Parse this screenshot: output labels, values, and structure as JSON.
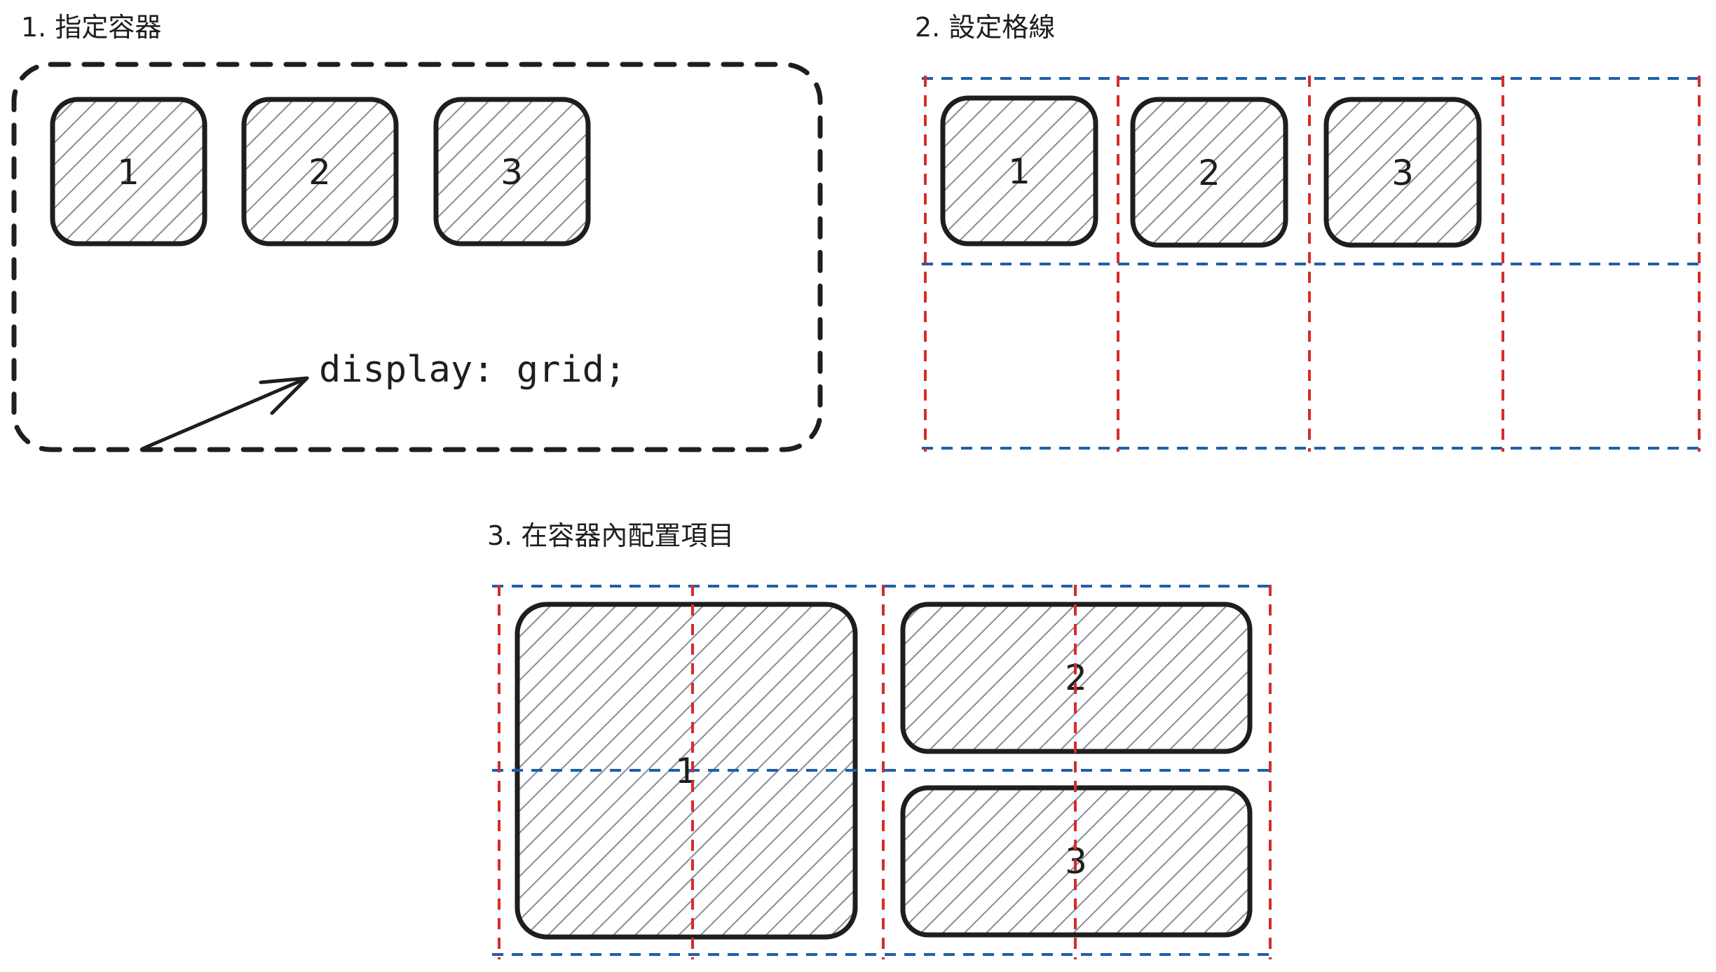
{
  "steps": [
    {
      "title": "1. 指定容器",
      "items": [
        "1",
        "2",
        "3"
      ],
      "annotation": "display: grid;"
    },
    {
      "title": "2. 設定格線",
      "items": [
        "1",
        "2",
        "3"
      ]
    },
    {
      "title": "3. 在容器內配置項目",
      "items": [
        "1",
        "2",
        "3"
      ]
    }
  ],
  "colors": {
    "stroke": "#1e1e1e",
    "hatch": "#868e96",
    "row_grid_line": "#1f5fa8",
    "column_grid_line": "#d62b2b",
    "background": "#ffffff"
  }
}
